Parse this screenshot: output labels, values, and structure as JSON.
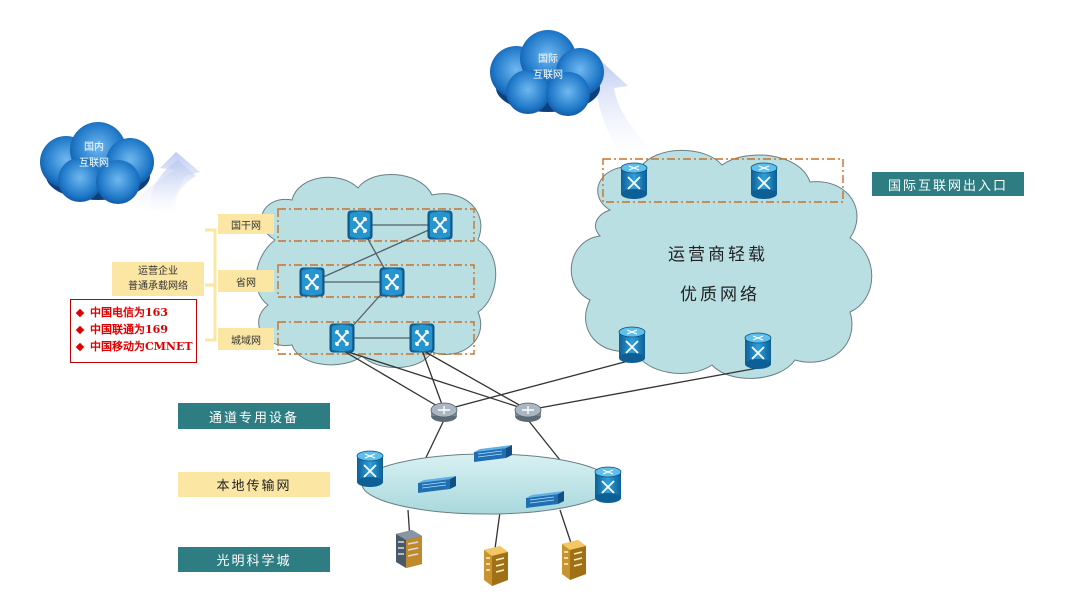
{
  "clouds": {
    "domestic": {
      "line1": "国内",
      "line2": "互联网"
    },
    "international": {
      "line1": "国际",
      "line2": "互联网"
    }
  },
  "operator_cloud": {
    "line1": "运营商轻载",
    "line2": "优质网络"
  },
  "labels": {
    "backbone": "国干网",
    "provincial": "省网",
    "metro": "城域网",
    "enterprise_line1": "运营企业",
    "enterprise_line2": "普通承载网络",
    "intl_gateway": "国际互联网出入口",
    "channel_device": "通道专用设备",
    "local_transport": "本地传输网",
    "science_city": "光明科学城"
  },
  "carriers": [
    "中国电信为163",
    "中国联通为169",
    "中国移动为CMNET"
  ],
  "colors": {
    "teal": "#2e7d82",
    "yellow": "#fbe7a3",
    "cloud_fill": "#b9dfe2",
    "router_blue": "#1a87c4",
    "dashed_orange": "#c8722c",
    "carrier_red": "#e00000"
  }
}
